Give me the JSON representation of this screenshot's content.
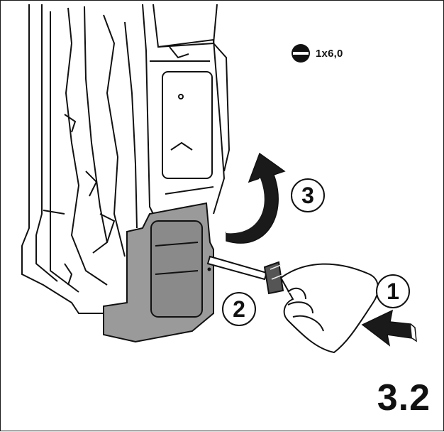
{
  "tool": {
    "icon": "flat-screwdriver-icon",
    "label": "1x6,0"
  },
  "steps": [
    {
      "label": "1"
    },
    {
      "label": "2"
    },
    {
      "label": "3"
    }
  ],
  "figure_number": "3.2",
  "colors": {
    "ink": "#111111",
    "housing_fill": "#9a9a9a",
    "background": "#ffffff",
    "arrow_fill": "#1a1a1a"
  }
}
